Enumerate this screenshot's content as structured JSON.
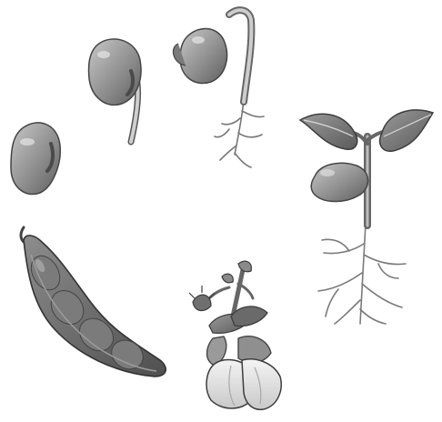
{
  "diagram": {
    "kind": "bean plant life cycle",
    "stages": [
      {
        "id": "seed",
        "icon": "bean-seed-icon"
      },
      {
        "id": "germinating-seed",
        "icon": "germinating-seed-icon"
      },
      {
        "id": "seedling",
        "icon": "seedling-icon"
      },
      {
        "id": "young-plant",
        "icon": "young-plant-icon"
      },
      {
        "id": "flowering-plant",
        "icon": "flower-icon"
      },
      {
        "id": "seed-pod",
        "icon": "bean-pod-icon"
      }
    ],
    "colors": {
      "background": "#ffffff",
      "dark": "#5c5c5c",
      "mid": "#8a8a8a",
      "light": "#b9b9b9",
      "outline": "#3a3a3a"
    }
  }
}
